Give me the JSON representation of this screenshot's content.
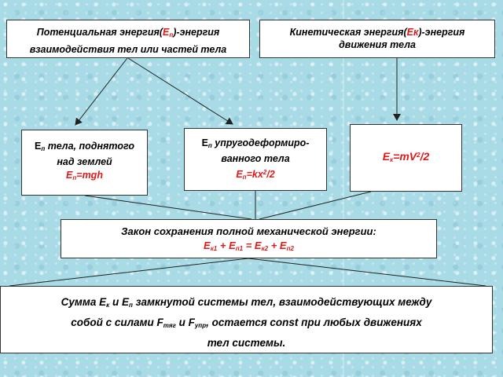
{
  "potential": {
    "title_a": "Потенциальная энергия(",
    "symbol": "E",
    "symbol_sub": "п",
    "title_b": ")-энергия",
    "line2": "взаимодействия тел или частей тела"
  },
  "kinetic": {
    "title_a": "Кинетическая энергия(",
    "symbol": "Ек",
    "title_b": ")-энергия",
    "line2": "движения тела"
  },
  "raised": {
    "sym": "E",
    "sub": "п",
    "text1": " тела, поднятого",
    "text2": "над землей",
    "formula_sym": "Е",
    "formula_sub": "п",
    "formula_rest": "=mgh"
  },
  "spring": {
    "sym": "E",
    "sub": "п",
    "text1": " упругодеформиро-",
    "text2": "ванного тела",
    "formula_sym": "Е",
    "formula_sub": "п",
    "formula_rest": "=kx",
    "formula_sup": "2",
    "formula_end": "/2"
  },
  "kinetic_formula": {
    "sym": "Е",
    "sub": "к",
    "rest": "=mV",
    "sup": "2",
    "end": "/2"
  },
  "law": {
    "title": "Закон сохранения полной механической энергии:",
    "e": "Е",
    "s1": "к1",
    "plus": " + ",
    "s2": "п1",
    "eq": " = ",
    "s3": "к2",
    "s4": "п2"
  },
  "summary": {
    "a": "Сумма Е",
    "a_sub": "к",
    "b": " и Е",
    "b_sub": "п",
    "c": " замкнутой системы тел, взаимодействующих между",
    "d": "собой с силами F",
    "d_sub": "тяг",
    "e": " и F",
    "e_sub": "упр",
    "f": ", остается const при любых движениях",
    "g": "тел системы."
  },
  "colors": {
    "accent": "#e01818",
    "background": "#a9dbe6",
    "line": "#333333"
  }
}
